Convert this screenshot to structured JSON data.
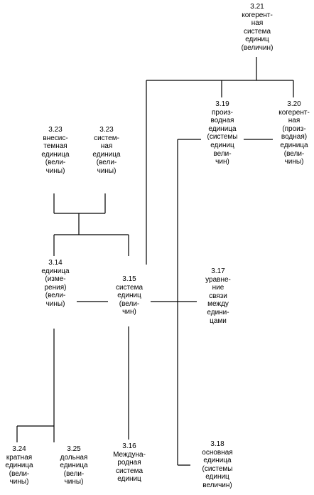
{
  "nodes": {
    "n_3_21": {
      "text": "3.21\nкогерент-\nная\nсистема\nединиц\n(величин)"
    },
    "n_3_19": {
      "text": "3.19\nпроиз-\nводная\nединица\n(системы\nединиц\nвели-\nчин)"
    },
    "n_3_20": {
      "text": "3.20\nкогерент-\nная\n(произ-\nводная)\nединица\n(вели-\nчины)"
    },
    "n_3_23a": {
      "text": "3.23\nвнесис-\nтемная\nединица\n(вели-\nчины)"
    },
    "n_3_23b": {
      "text": "3.23\nсистем-\nная\nединица\n(вели-\nчины)"
    },
    "n_3_14": {
      "text": "3.14\nединица\n(изме-\nрения)\n(вели-\nчины)"
    },
    "n_3_15": {
      "text": "3.15\nсистема\nединиц\n(вели-\nчин)"
    },
    "n_3_17": {
      "text": "3.17\nуравне-\nние\nсвязи\nмежду\nедини-\nцами"
    },
    "n_3_24": {
      "text": "3.24\nкратная\nединица\n(вели-\nчины)"
    },
    "n_3_25": {
      "text": "3.25\nдольная\nединица\n(вели-\nчины)"
    },
    "n_3_16": {
      "text": "3.16\nМеждуна-\nродная\nсистема\nединиц"
    },
    "n_3_18": {
      "text": "3.18\nосновная\nединица\n(системы\nединиц\nвеличин)"
    }
  }
}
